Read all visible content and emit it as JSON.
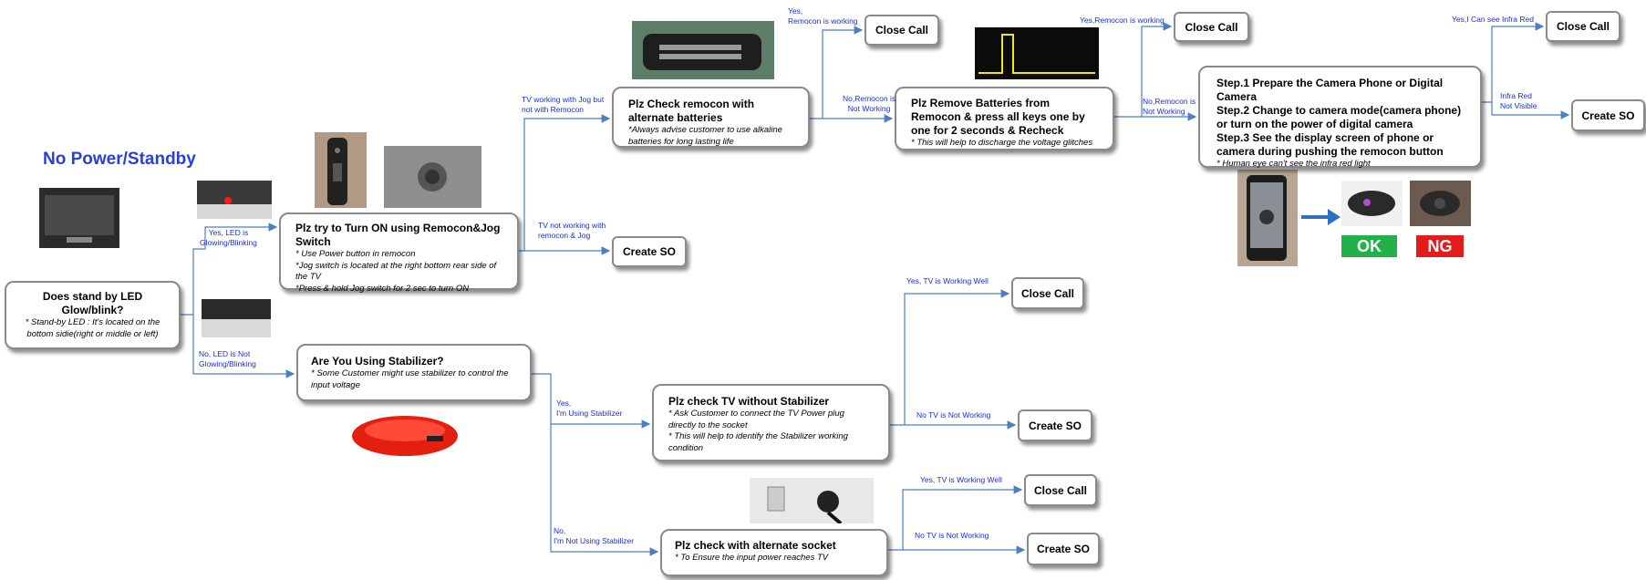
{
  "title": "No Power/Standby",
  "nodes": {
    "start": {
      "title": "Does stand by LED Glow/blink?",
      "desc": "* Stand-by LED : It's located on the bottom sidie(right or middle or left)"
    },
    "turn_on": {
      "title": "Plz try to Turn ON using Remocon&Jog Switch",
      "desc": "* Use Power button in remocon\n*Jog switch is located at the right bottom rear side of the TV\n*Press & hold Jog switch for 2 sec to turn ON"
    },
    "remocon": {
      "title": "Plz Check remocon with alternate batteries",
      "desc": "*Always advise customer to use alkaline batteries for long lasting life"
    },
    "batteries": {
      "title": "Plz Remove Batteries from Remocon & press all keys one by one for 2 seconds & Recheck",
      "desc": "* This will help to discharge the voltage glitches"
    },
    "camera": {
      "lines": [
        "Step.1 Prepare the Camera Phone or Digital Camera",
        "Step.2 Change to camera mode(camera phone) or turn on the power of digital camera",
        "Step.3 See the display screen of phone or camera during pushing the remocon button"
      ],
      "desc": "* Human eye can't see the infra red light"
    },
    "stabilizer": {
      "title": "Are You Using Stabilizer?",
      "desc": "* Some Customer might use stabilizer to control the input voltage"
    },
    "without_stab": {
      "title": "Plz check TV without Stabilizer",
      "desc": "* Ask Customer to connect the TV Power plug directly to the socket\n* This will help to identify the Stabilizer working condition"
    },
    "socket": {
      "title": "Plz check with alternate socket",
      "desc": "* To Ensure the input power reaches TV"
    }
  },
  "terminals": {
    "close_call": "Close Call",
    "create_so": "Create SO"
  },
  "edge_labels": {
    "led_yes": "Yes, LED is\nGlowing/Blinking",
    "led_no": "No, LED is Not\nGlowing/Blinking",
    "jog_only": "TV working with Jog but\nnot with Remocon",
    "neither": "TV not working with\nremocon & Jog",
    "remocon_yes": "Yes,\nRemocon is working",
    "remocon_no": "No,Remocon is\nNot Working",
    "batt_yes": "Yes,Remocon is working",
    "batt_no": "No,Remocon is\nNot Working",
    "ir_yes": "Yes,I Can see Infra Red",
    "ir_no": "Infra Red\nNot Visible",
    "stab_yes": "Yes,\nI'm Using Stabilizer",
    "stab_no": "No,\nI'm Not Using Stabilizer",
    "ws_yes": "Yes, TV is Working Well",
    "ws_no": "No TV is Not Working",
    "sock_yes": "Yes, TV is Working Well",
    "sock_no": "No TV is Not Working"
  },
  "ok_label": "OK",
  "ng_label": "NG",
  "colors": {
    "line": "#4a7fc1",
    "label": "#1a2fd1",
    "title": "#2a3fd8",
    "ok": "#22b04a",
    "ng": "#e31b1b",
    "arrow": "#2e6fbf"
  }
}
